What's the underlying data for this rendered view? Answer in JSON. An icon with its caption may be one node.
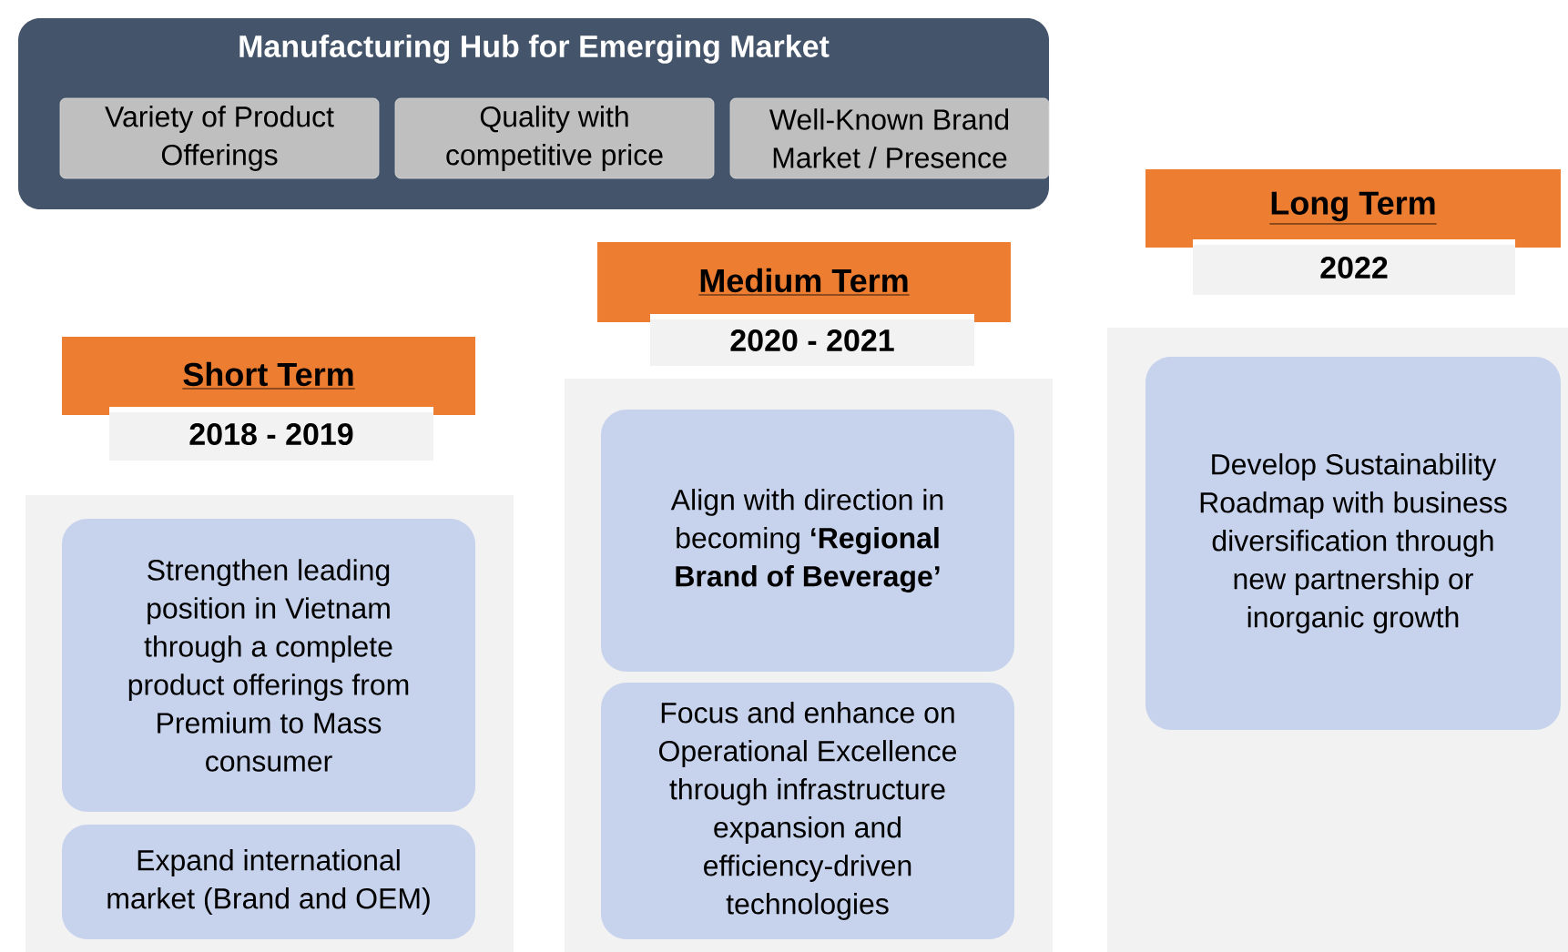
{
  "diagram": {
    "nodes": [
      {
        "text": [
          "Manufacturing Hub for Emerging Market"
        ]
      },
      {
        "text": [
          "Variety of Product Offerings"
        ],
        "in": 0
      },
      {
        "text": [
          "Quality with competitive price"
        ],
        "in": 0
      },
      {
        "text": [
          "Well-Known Brand Market / Presence"
        ],
        "in": 0
      },
      {
        "text": [
          "Short Term"
        ]
      },
      {
        "text": [
          "2018 - 2019"
        ]
      },
      {
        "text": [
          "Strengthen leading position in Vietnam through a complete product offerings from Premium to Mass consumer"
        ]
      },
      {
        "text": [
          "Expand international market (Brand and OEM)"
        ]
      },
      {
        "text": [
          "Medium Term"
        ]
      },
      {
        "text": [
          "2020 - 2021"
        ]
      },
      {
        "text": [
          "Align with direction in becoming **‘Regional Brand of Beverage’**"
        ]
      },
      {
        "text": [
          "Focus and enhance on Operational Excellence through infrastructure expansion and efficiency-driven technologies"
        ]
      },
      {
        "text": [
          "Long Term"
        ]
      },
      {
        "text": [
          "2022"
        ]
      },
      {
        "text": [
          "Develop Sustainability Roadmap with business diversification through new partnership or inorganic growth"
        ]
      }
    ]
  }
}
